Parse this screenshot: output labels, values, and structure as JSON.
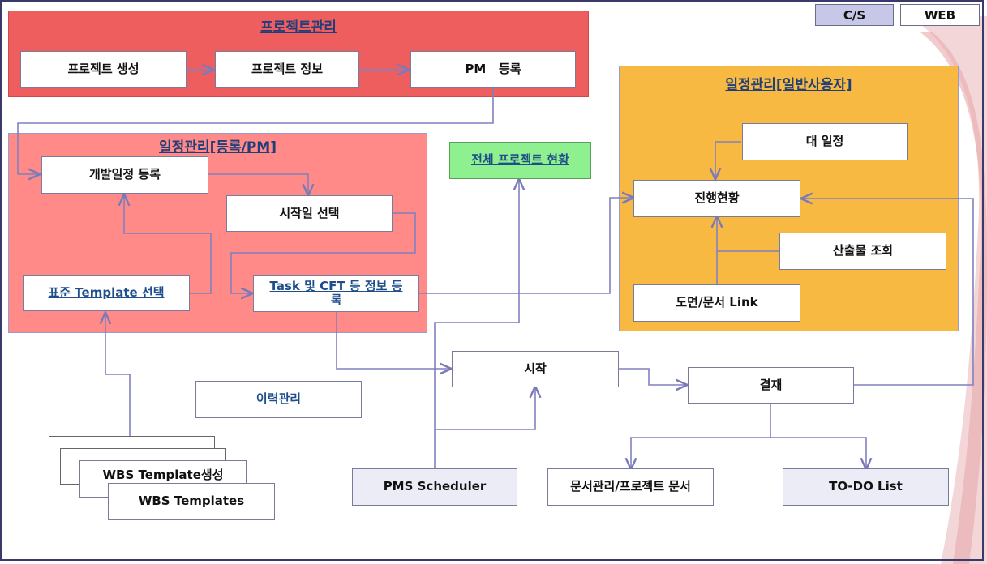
{
  "tabs": {
    "cs": "C/S",
    "web": "WEB"
  },
  "colors": {
    "project_region": "#ee5e5e",
    "schedule_pm_region": "#ff8a88",
    "schedule_user_region": "#f7b941",
    "status_box": "#8ef08e",
    "connector": "#8080c0",
    "cs_tab": "#c7c7e8"
  },
  "regions": {
    "project": {
      "title": "프로젝트관리"
    },
    "schedule_pm": {
      "title": "일정관리[등록/PM]"
    },
    "schedule_user": {
      "title": "일정관리[일반사용자]"
    }
  },
  "nodes": {
    "project_create": "프로젝트 생성",
    "project_info": "프로젝트 정보",
    "pm_register": "PM   등록",
    "dev_schedule_register": "개발일정 등록",
    "start_date_select": "시작일 선택",
    "standard_template_select": "표준 Template 선택",
    "task_cft_register": "Task 및  CFT 등 정보 등록",
    "all_project_status": "전체 프로젝트 현황",
    "major_schedule": "대 일정",
    "progress_status": "진행현황",
    "deliverable_lookup": "산출물 조회",
    "drawing_doc_link": "도면/문서 Link",
    "start": "시작",
    "approval": "결재",
    "history_management": "이력관리",
    "wbs_template_create": "WBS Template생성",
    "wbs_templates": "WBS Templates",
    "pms_scheduler": "PMS Scheduler",
    "doc_management": "문서관리/프로젝트 문서",
    "todo_list": "TO-DO List"
  }
}
